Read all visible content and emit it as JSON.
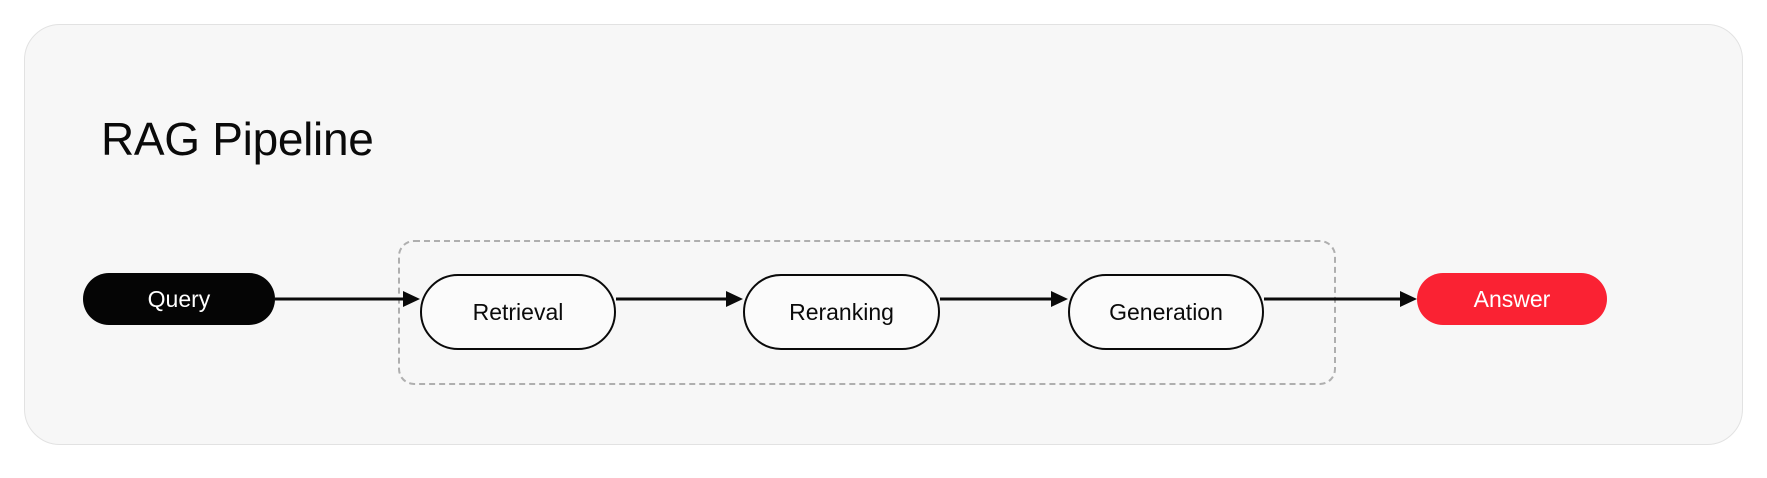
{
  "card": {
    "title": "RAG Pipeline",
    "background_color": "#F7F7F7",
    "border_color": "#E2E2E2"
  },
  "diagram": {
    "type": "flowchart",
    "orientation": "left-to-right",
    "group": {
      "name": "pipeline-stages-group",
      "border_style": "dashed",
      "border_color": "#AFAFAF"
    },
    "nodes": [
      {
        "id": "query",
        "label": "Query",
        "role": "input",
        "shape": "pill",
        "fill_color": "#050505",
        "text_color": "#FFFFFF",
        "in_group": false
      },
      {
        "id": "retrieval",
        "label": "Retrieval",
        "role": "stage",
        "shape": "pill",
        "fill_color": "#FBFBFB",
        "border_color": "#0A0A0A",
        "text_color": "#0A0A0A",
        "in_group": true
      },
      {
        "id": "reranking",
        "label": "Reranking",
        "role": "stage",
        "shape": "pill",
        "fill_color": "#FBFBFB",
        "border_color": "#0A0A0A",
        "text_color": "#0A0A0A",
        "in_group": true
      },
      {
        "id": "generation",
        "label": "Generation",
        "role": "stage",
        "shape": "pill",
        "fill_color": "#FBFBFB",
        "border_color": "#0A0A0A",
        "text_color": "#0A0A0A",
        "in_group": true
      },
      {
        "id": "answer",
        "label": "Answer",
        "role": "output",
        "shape": "pill",
        "fill_color": "#FA2233",
        "text_color": "#FFFFFF",
        "in_group": false
      }
    ],
    "edges": [
      {
        "id": "query-retrieval",
        "from": "query",
        "to": "retrieval",
        "style": "solid",
        "arrowhead": "triangle",
        "color": "#0A0A0A"
      },
      {
        "id": "retrieval-reranking",
        "from": "retrieval",
        "to": "reranking",
        "style": "solid",
        "arrowhead": "triangle",
        "color": "#0A0A0A"
      },
      {
        "id": "reranking-generation",
        "from": "reranking",
        "to": "generation",
        "style": "solid",
        "arrowhead": "triangle",
        "color": "#0A0A0A"
      },
      {
        "id": "generation-answer",
        "from": "generation",
        "to": "answer",
        "style": "solid",
        "arrowhead": "triangle",
        "color": "#0A0A0A"
      }
    ]
  }
}
